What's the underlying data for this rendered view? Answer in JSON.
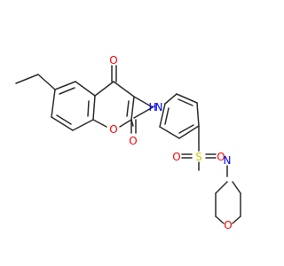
{
  "molecule": {
    "atoms": {
      "o_carbonyl_ketone": {
        "label": "O",
        "color": "#ff0000"
      },
      "o_ring": {
        "label": "O",
        "color": "#ff0000"
      },
      "o_amide": {
        "label": "O",
        "color": "#ff0000"
      },
      "nh_amide": {
        "label": "N",
        "h_label": "H",
        "color": "#0000ff"
      },
      "s_sulfonyl": {
        "label": "S",
        "color": "#cccc00"
      },
      "o_sulfonyl_top": {
        "label": "O",
        "color": "#ff0000"
      },
      "o_sulfonyl_bottom": {
        "label": "O",
        "color": "#ff0000"
      },
      "n_morpholine": {
        "label": "N",
        "color": "#0000ff"
      },
      "o_morpholine": {
        "label": "O",
        "color": "#ff0000"
      }
    },
    "bond_color": "#2b2b2b"
  }
}
